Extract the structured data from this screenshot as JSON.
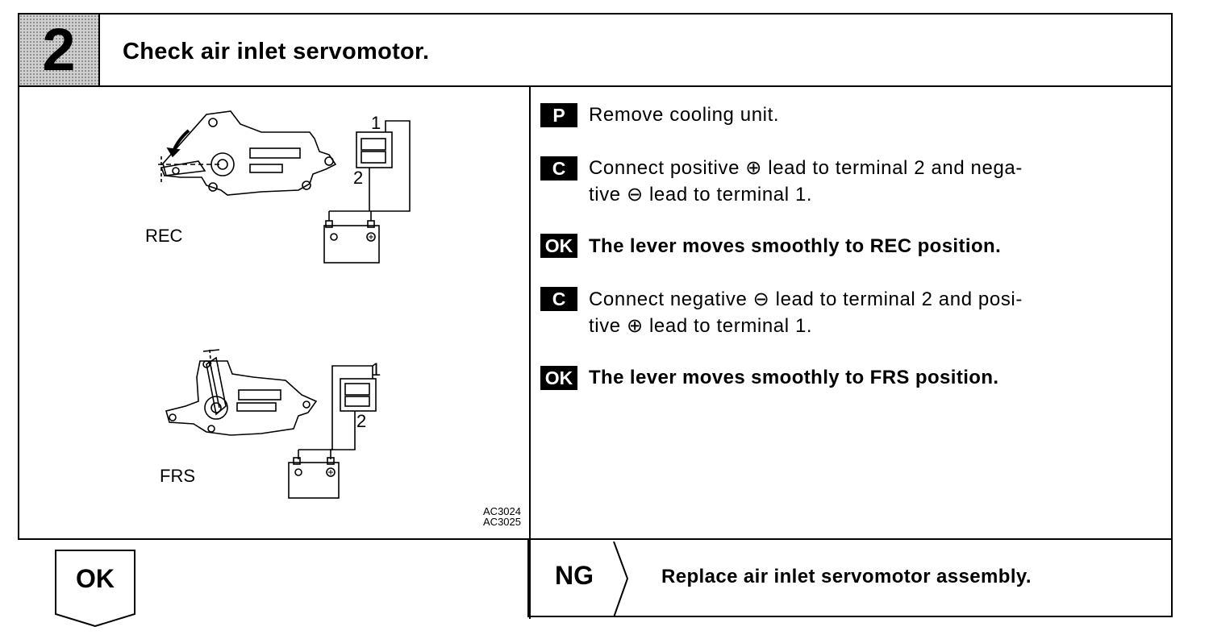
{
  "header": {
    "step_number": "2",
    "title": "Check air inlet servomotor."
  },
  "figures": {
    "rec_label": "REC",
    "frs_label": "FRS",
    "rec_terminal_1": "1",
    "rec_terminal_2": "2",
    "frs_terminal_1": "1",
    "frs_terminal_2": "2",
    "code_line_1": "AC3024",
    "code_line_2": "AC3025"
  },
  "steps": [
    {
      "badge": "P",
      "text": "Remove cooling unit.",
      "bold": false
    },
    {
      "badge": "C",
      "text_line_1": "Connect positive ⊕ lead to terminal 2 and nega-",
      "text_line_2": "tive ⊖ lead to terminal 1.",
      "bold": false
    },
    {
      "badge": "OK",
      "text": "The lever moves smoothly to REC position.",
      "bold": true
    },
    {
      "badge": "C",
      "text_line_1": "Connect negative ⊖ lead to terminal 2 and posi-",
      "text_line_2": "tive ⊕ lead to terminal 1.",
      "bold": false
    },
    {
      "badge": "OK",
      "text": "The lever moves smoothly to FRS position.",
      "bold": true
    }
  ],
  "result": {
    "ok_label": "OK",
    "ng_label": "NG",
    "ng_action": "Replace air inlet servomotor assembly."
  }
}
